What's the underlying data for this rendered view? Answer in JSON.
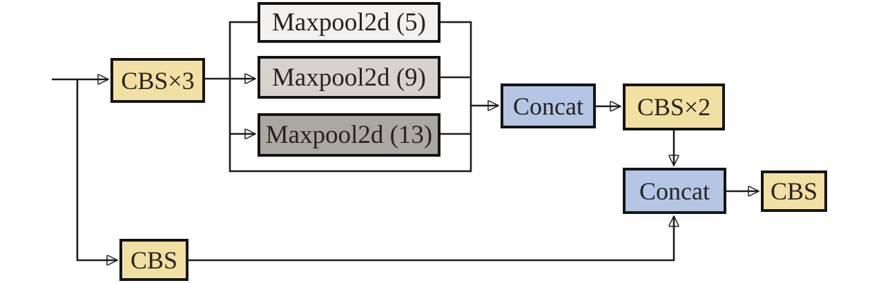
{
  "diagram": {
    "type": "block-diagram",
    "nodes": {
      "cbs3": {
        "label": "CBS×3"
      },
      "maxpool5": {
        "label": "Maxpool2d (5)"
      },
      "maxpool9": {
        "label": "Maxpool2d (9)"
      },
      "maxpool13": {
        "label": "Maxpool2d (13)"
      },
      "concat_top": {
        "label": "Concat"
      },
      "cbs2": {
        "label": "CBS×2"
      },
      "concat_bottom": {
        "label": "Concat"
      },
      "cbs_output": {
        "label": "CBS"
      },
      "cbs_skip": {
        "label": "CBS"
      }
    },
    "colors": {
      "node_yellow": "#f2dfa2",
      "node_blue": "#b4c6e4",
      "maxpool_light_gray": "#f2f1ef",
      "maxpool_mid_gray": "#d6d3cf",
      "maxpool_dark_gray": "#aba7a2",
      "line_black": "#1b1b1b",
      "background": "#ffffff"
    }
  }
}
